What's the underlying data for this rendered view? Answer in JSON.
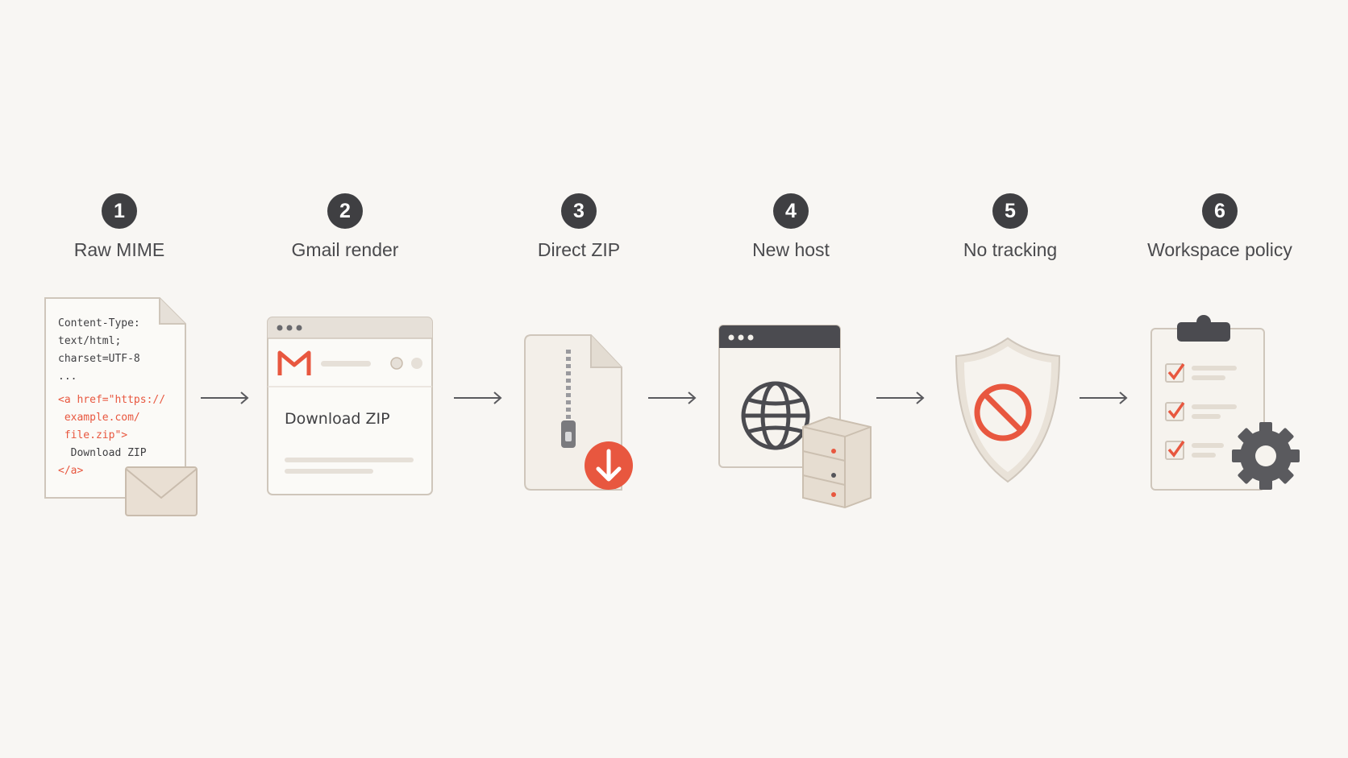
{
  "steps": [
    {
      "number": "1",
      "label": "Raw MIME"
    },
    {
      "number": "2",
      "label": "Gmail render"
    },
    {
      "number": "3",
      "label": "Direct ZIP"
    },
    {
      "number": "4",
      "label": "New host"
    },
    {
      "number": "5",
      "label": "No tracking"
    },
    {
      "number": "6",
      "label": "Workspace policy"
    }
  ],
  "mime": {
    "lines": [
      "Content-Type:",
      "text/html;",
      "charset=UTF-8",
      "..."
    ],
    "code_lines": [
      "<a href=\"https://",
      " example.com/",
      " file.zip\">",
      "  Download ZIP",
      "</a>"
    ]
  },
  "gmail": {
    "logo": "M",
    "button_text": "Download ZIP"
  },
  "colors": {
    "accent_red": "#e8573f",
    "badge": "#3f3f42",
    "paper": "#f4f1ec",
    "outline": "#cfc6bb",
    "dark_gray": "#55555a"
  },
  "icons": [
    "document-icon",
    "envelope-icon",
    "browser-window-icon",
    "zip-file-icon",
    "download-icon",
    "globe-icon",
    "server-icon",
    "shield-icon",
    "prohibited-icon",
    "clipboard-icon",
    "checkbox-icon",
    "gear-icon"
  ]
}
